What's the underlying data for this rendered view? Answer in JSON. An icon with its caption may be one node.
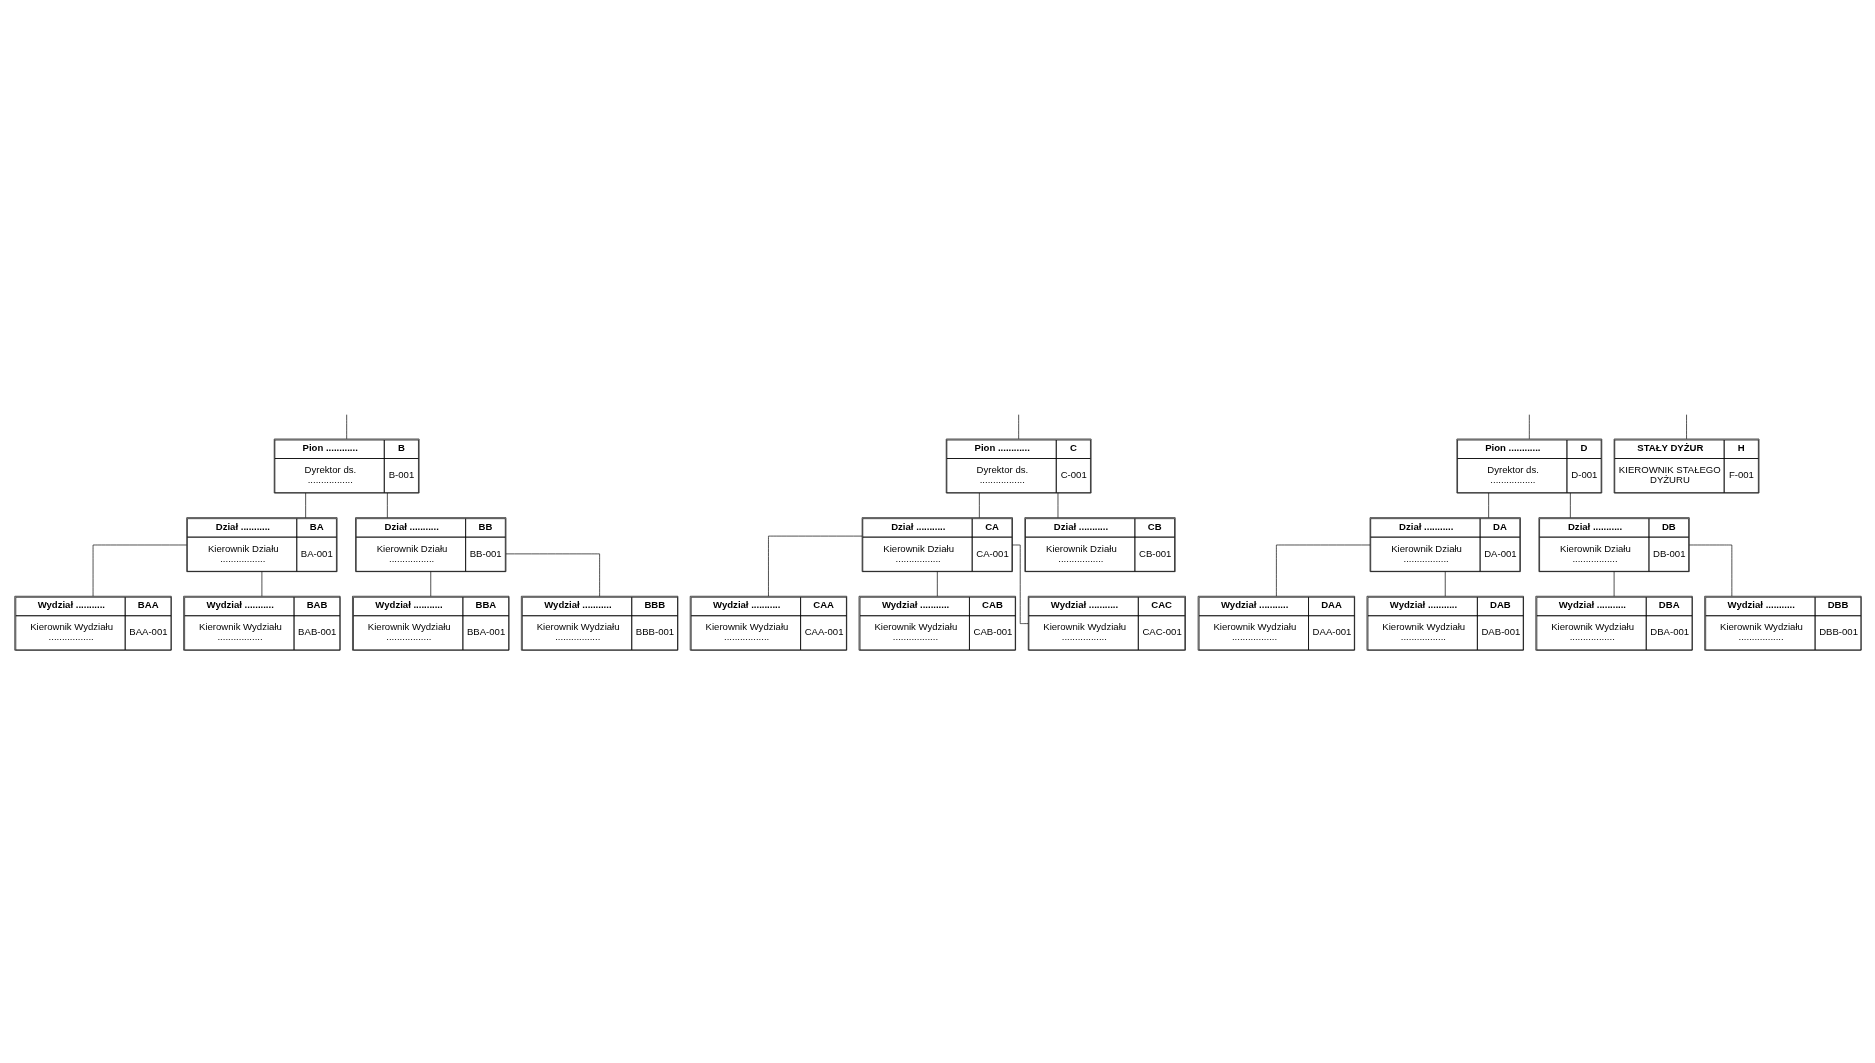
{
  "diagram": {
    "nodes": [
      {
        "text": [
          "Pion ............",
          "B",
          "Dyrektor ds. .................",
          "B-001"
        ]
      },
      {
        "text": [
          "Dział ...........",
          "BA",
          "Kierownik Działu .................",
          "BA-001"
        ]
      },
      {
        "text": [
          "Wydział ...........",
          "BAA",
          "Kierownik Wydziału .................",
          "BAA-001"
        ]
      },
      {
        "text": [
          "Wydział ...........",
          "BAB",
          "Kierownik Wydziału .................",
          "BAB-001"
        ]
      },
      {
        "text": [
          "Dział ...........",
          "BB",
          "Kierownik Działu .................",
          "BB-001"
        ]
      },
      {
        "text": [
          "Wydział ...........",
          "BBA",
          "Kierownik Wydziału .................",
          "BBA-001"
        ]
      },
      {
        "text": [
          "Wydział ...........",
          "BBB",
          "Kierownik Wydziału .................",
          "BBB-001"
        ]
      },
      {
        "text": [
          "Pion ............",
          "C",
          "Dyrektor ds. .................",
          "C-001"
        ]
      },
      {
        "text": [
          "Dział ...........",
          "CA",
          "Kierownik Działu .................",
          "CA-001"
        ]
      },
      {
        "text": [
          "Wydział ...........",
          "CAA",
          "Kierownik Wydziału .................",
          "CAA-001"
        ]
      },
      {
        "text": [
          "Wydział ...........",
          "CAB",
          "Kierownik Wydziału .................",
          "CAB-001"
        ]
      },
      {
        "text": [
          "Wydział ...........",
          "CAC",
          "Kierownik Wydziału .................",
          "CAC-001"
        ]
      },
      {
        "text": [
          "Dział ...........",
          "CB",
          "Kierownik Działu .................",
          "CB-001"
        ]
      },
      {
        "text": [
          "Pion ............",
          "D",
          "Dyrektor ds. .................",
          "D-001"
        ]
      },
      {
        "text": [
          "Dział ...........",
          "DA",
          "Kierownik Działu .................",
          "DA-001"
        ]
      },
      {
        "text": [
          "Wydział ...........",
          "DAA",
          "Kierownik Wydziału .................",
          "DAA-001"
        ]
      },
      {
        "text": [
          "Wydział ...........",
          "DAB",
          "Kierownik Wydziału .................",
          "DAB-001"
        ]
      },
      {
        "text": [
          "Dział ...........",
          "DB",
          "Kierownik Działu .................",
          "DB-001"
        ]
      },
      {
        "text": [
          "Wydział ...........",
          "DBA",
          "Kierownik Wydziału .................",
          "DBA-001"
        ]
      },
      {
        "text": [
          "Wydział ...........",
          "DBB",
          "Kierownik Wydziału .................",
          "DBB-001"
        ]
      },
      {
        "text": [
          "STAŁY DYŻUR",
          "H",
          "KIEROWNIK STAŁEGO DYŻURU",
          "F-001"
        ]
      }
    ],
    "edges": [
      {
        "from": null,
        "to": 0,
        "arrow": "none"
      },
      {
        "from": null,
        "to": 7,
        "arrow": "none"
      },
      {
        "from": null,
        "to": 13,
        "arrow": "none"
      },
      {
        "from": null,
        "to": 20,
        "arrow": "none"
      },
      {
        "from": 0,
        "to": 1,
        "arrow": "none"
      },
      {
        "from": 0,
        "to": 4,
        "arrow": "none"
      },
      {
        "from": 1,
        "to": 2,
        "arrow": "none"
      },
      {
        "from": 1,
        "to": 3,
        "arrow": "none"
      },
      {
        "from": 4,
        "to": 5,
        "arrow": "none"
      },
      {
        "from": 4,
        "to": 6,
        "arrow": "none"
      },
      {
        "from": 7,
        "to": 8,
        "arrow": "none"
      },
      {
        "from": 7,
        "to": 12,
        "arrow": "none"
      },
      {
        "from": 8,
        "to": 9,
        "arrow": "none"
      },
      {
        "from": 8,
        "to": 10,
        "arrow": "none"
      },
      {
        "from": 8,
        "to": 11,
        "arrow": "none"
      },
      {
        "from": 13,
        "to": 14,
        "arrow": "none"
      },
      {
        "from": 13,
        "to": 17,
        "arrow": "none"
      },
      {
        "from": 14,
        "to": 15,
        "arrow": "none"
      },
      {
        "from": 14,
        "to": 16,
        "arrow": "none"
      },
      {
        "from": 17,
        "to": 18,
        "arrow": "none"
      },
      {
        "from": 17,
        "to": 19,
        "arrow": "none"
      }
    ]
  }
}
